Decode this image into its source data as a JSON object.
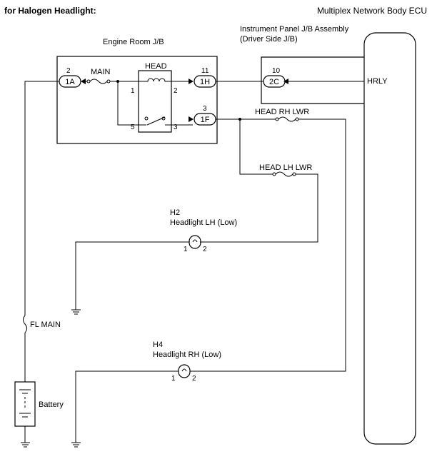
{
  "header": {
    "title": "for Halogen Headlight:",
    "ecu_label": "Multiplex Network Body ECU"
  },
  "components": {
    "engine_room_jb": "Engine Room J/B",
    "instrument_panel_jb_line1": "Instrument Panel J/B Assembly",
    "instrument_panel_jb_line2": "(Driver Side J/B)",
    "head_relay": "HEAD",
    "main_fuse": "MAIN",
    "head_rh_lwr_fuse": "HEAD RH LWR",
    "head_lh_lwr_fuse": "HEAD LH LWR",
    "fl_main": "FL MAIN",
    "battery": "Battery",
    "ecu_terminal": "HRLY",
    "h2_code": "H2",
    "h2_name": "Headlight LH (Low)",
    "h4_code": "H4",
    "h4_name": "Headlight RH (Low)"
  },
  "connectors": {
    "c1A": {
      "label": "1A",
      "pin": "2"
    },
    "c1H": {
      "label": "1H",
      "pin": "11"
    },
    "c1F": {
      "label": "1F",
      "pin": "3"
    },
    "c2C": {
      "label": "2C",
      "pin": "10"
    }
  },
  "pins": {
    "relay_1": "1",
    "relay_2": "2",
    "relay_5": "5",
    "relay_3": "3",
    "h2_1": "1",
    "h2_2": "2",
    "h4_1": "1",
    "h4_2": "2"
  }
}
